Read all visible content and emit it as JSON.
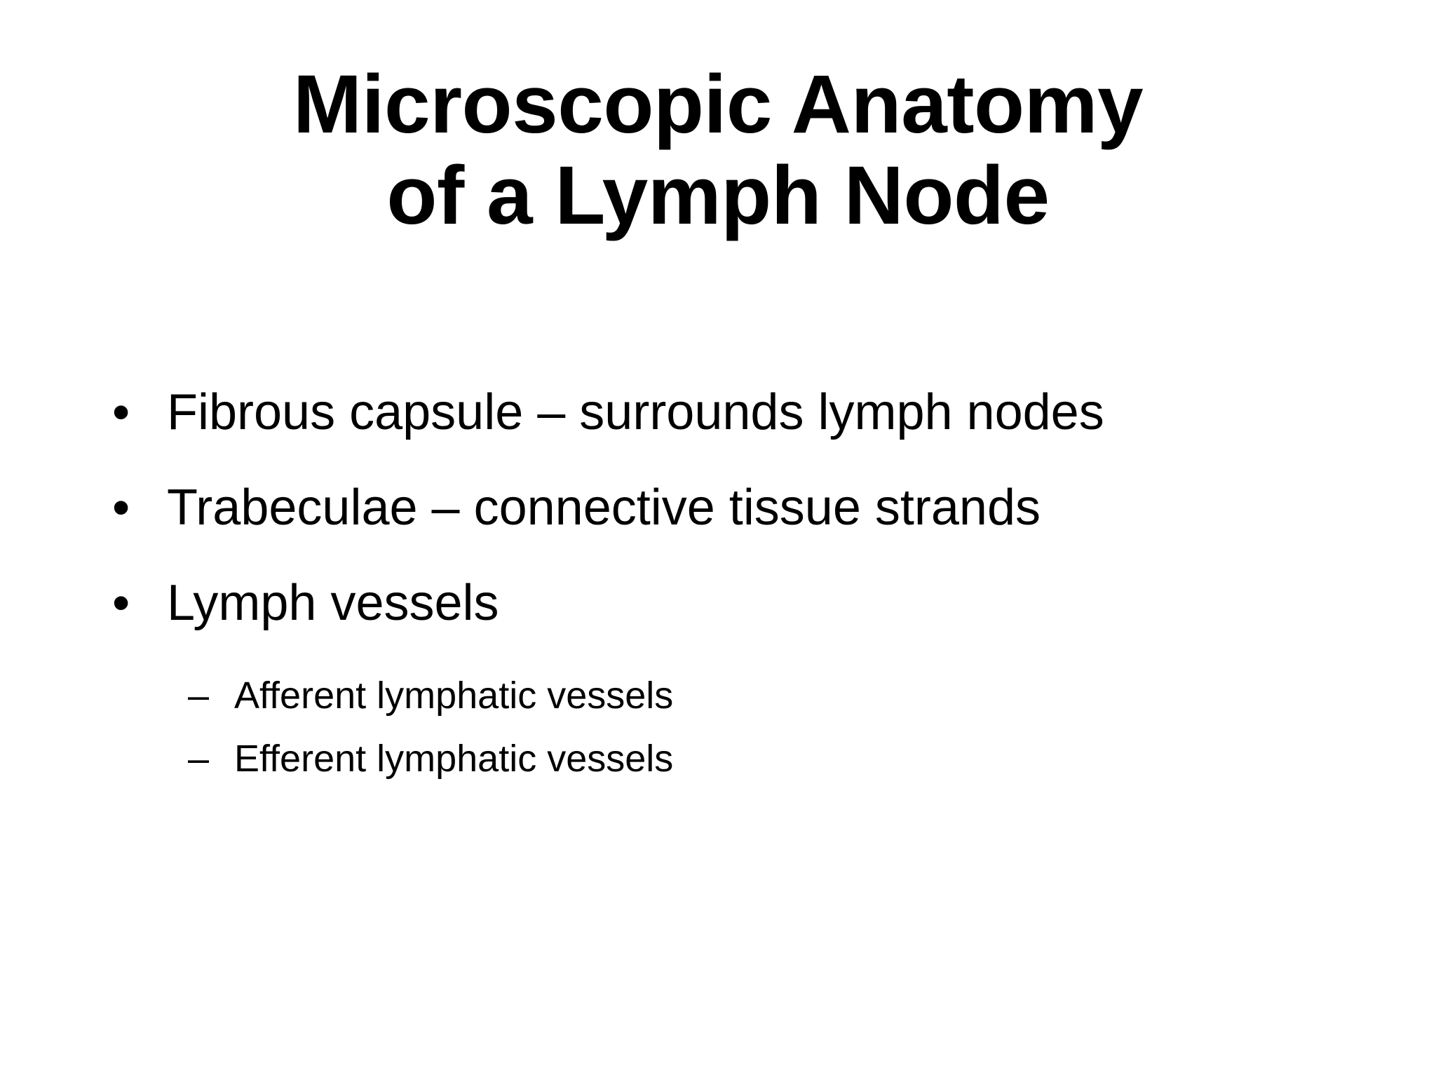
{
  "slide": {
    "background_color": "#ffffff",
    "text_color": "#000000",
    "title": {
      "line1": "Microscopic Anatomy",
      "line2": "of a Lymph Node"
    },
    "bullets": [
      {
        "marker": "•",
        "marker_name": "bullet-dot",
        "text": "Fibrous capsule – surrounds lymph nodes",
        "sub_items": []
      },
      {
        "marker": "•",
        "marker_name": "bullet-dot",
        "text": "Trabeculae – connective tissue strands",
        "sub_items": []
      },
      {
        "marker": "•",
        "marker_name": "bullet-dot",
        "text": "Lymph vessels",
        "sub_items": [
          {
            "marker": "–",
            "marker_name": "dash-marker",
            "text": "Afferent lymphatic vessels"
          },
          {
            "marker": "–",
            "marker_name": "dash-marker",
            "text": "Efferent lymphatic vessels"
          }
        ]
      }
    ]
  }
}
